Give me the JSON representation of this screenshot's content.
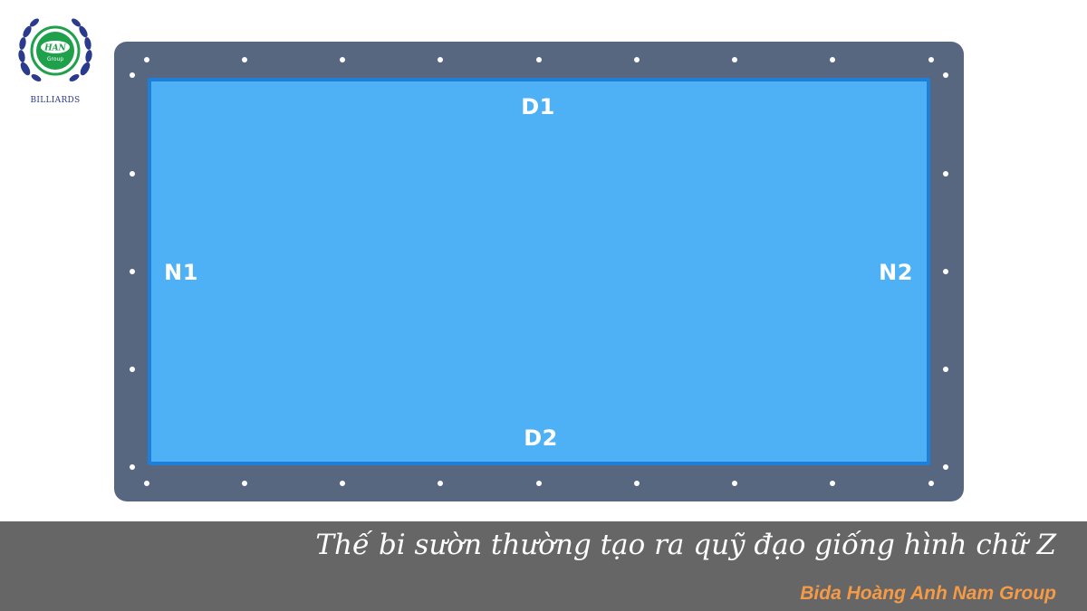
{
  "logo": {
    "mark_text": "HAN",
    "group_text": "Group",
    "label": "BILLIARDS",
    "ring_color": "#1fa04a",
    "laurel_color": "#2a3a8c"
  },
  "table": {
    "rails": {
      "top": "D1",
      "bottom": "D2",
      "left": "N1",
      "right": "N2"
    },
    "frame_color": "#586780",
    "cushion_color": "#1e7fd8",
    "felt_color": "#4fb1f5"
  },
  "footer": {
    "caption": "Thế bi sườn thường tạo ra quỹ đạo giống hình chữ Z",
    "brand": "Bida Hoàng Anh Nam Group",
    "bar_color": "#666666",
    "brand_color": "#f59a46"
  }
}
